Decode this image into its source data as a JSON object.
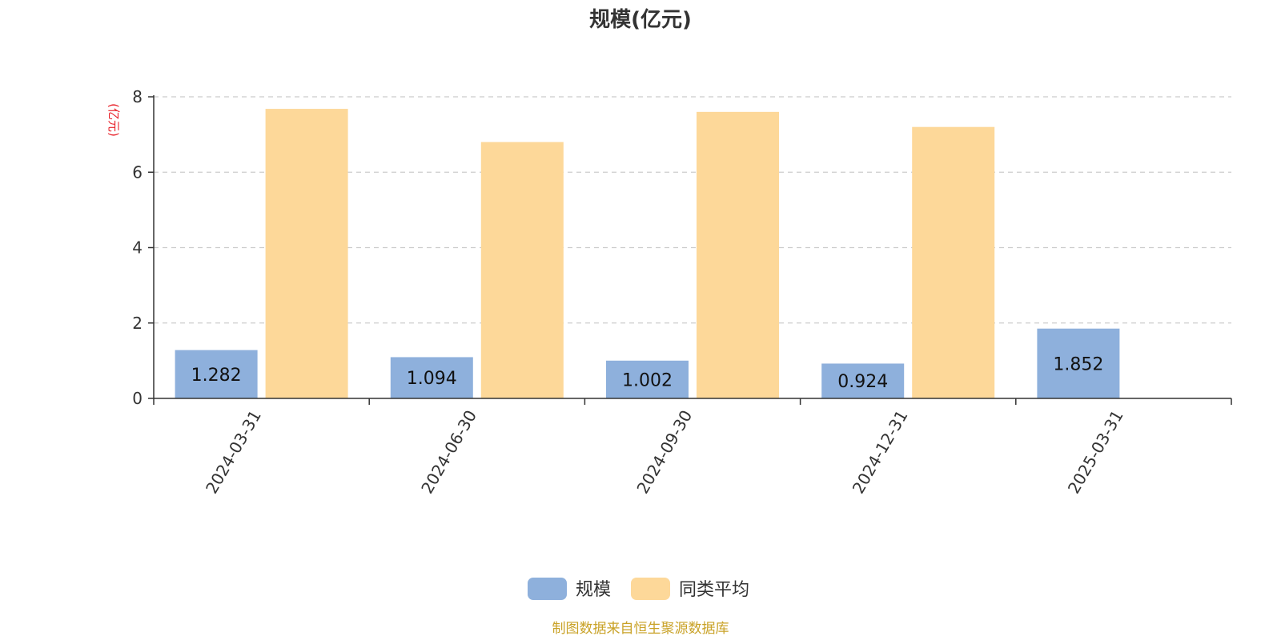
{
  "chart_data": {
    "type": "bar",
    "title": "规模(亿元)",
    "unit_label": "(亿元)",
    "categories": [
      "2024-03-31",
      "2024-06-30",
      "2024-09-30",
      "2024-12-31",
      "2025-03-31"
    ],
    "series": [
      {
        "name": "规模",
        "values": [
          1.282,
          1.094,
          1.002,
          0.924,
          1.852
        ],
        "color": "#8eb0dc",
        "show_labels": true
      },
      {
        "name": "同类平均",
        "values": [
          7.68,
          6.8,
          7.6,
          7.2,
          null
        ],
        "color": "#fdd899",
        "show_labels": false
      }
    ],
    "ylim": [
      0,
      8
    ],
    "yticks": [
      0,
      2,
      4,
      6,
      8
    ],
    "grid": true,
    "legend_position": "bottom-center"
  },
  "footer": "制图数据来自恒生聚源数据库"
}
